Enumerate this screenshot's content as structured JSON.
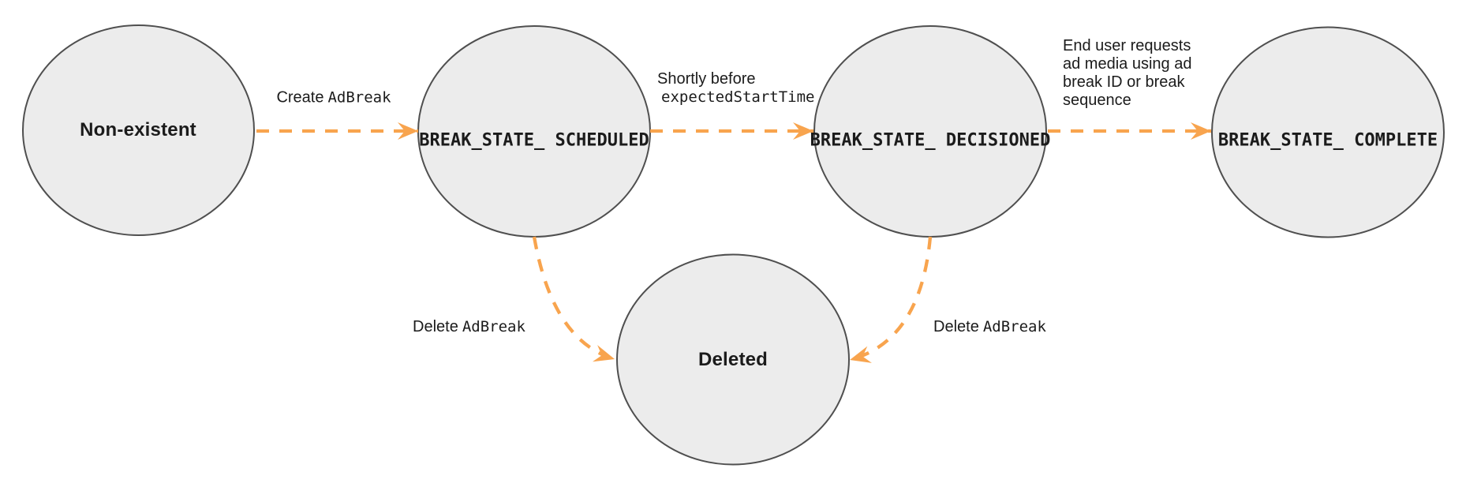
{
  "diagram": {
    "description": "Ad break state transition diagram",
    "nodes": {
      "non_existent": {
        "label": "Non-existent"
      },
      "scheduled": {
        "line1": "BREAK_STATE_",
        "line2": "SCHEDULED"
      },
      "decisioned": {
        "line1": "BREAK_STATE_",
        "line2": "DECISIONED"
      },
      "complete": {
        "line1": "BREAK_STATE_",
        "line2": "COMPLETE"
      },
      "deleted": {
        "label": "Deleted"
      }
    },
    "edges": {
      "create": {
        "from": "non_existent",
        "to": "scheduled",
        "label_plain": "Create",
        "label_code": "AdBreak"
      },
      "decision": {
        "from": "scheduled",
        "to": "decisioned",
        "line1_plain": "Shortly before",
        "line2_code": "expectedStartTime"
      },
      "complete": {
        "from": "decisioned",
        "to": "complete",
        "line1": "End user requests",
        "line2": "ad media using ad",
        "line3": "break ID or break",
        "line4": "sequence"
      },
      "delete_from_scheduled": {
        "from": "scheduled",
        "to": "deleted",
        "label_plain": "Delete",
        "label_code": "AdBreak"
      },
      "delete_from_decisioned": {
        "from": "decisioned",
        "to": "deleted",
        "label_plain": "Delete",
        "label_code": "AdBreak"
      }
    },
    "colors": {
      "arrow": "#F8A44E",
      "node_fill": "#ECECEC",
      "node_border": "#4F4F4F",
      "text": "#1B1B1B",
      "background": "#FFFFFF"
    }
  }
}
